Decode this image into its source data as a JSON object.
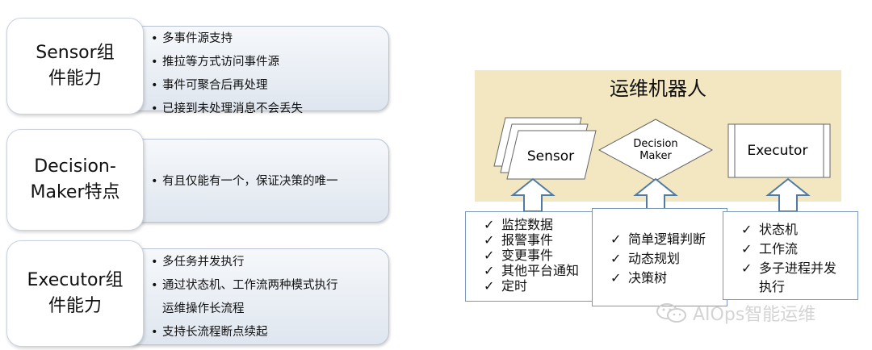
{
  "left_panel": {
    "sensor": {
      "label": "Sensor组件能力",
      "items": [
        "多事件源支持",
        "推拉等方式访问事件源",
        "事件可聚合后再处理",
        "已接到未处理消息不会丢失"
      ]
    },
    "decision": {
      "label": "Decision-Maker特点",
      "items": [
        "有且仅能有一个，保证决策的唯一"
      ]
    },
    "executor": {
      "label": "Executor组件能力",
      "items": [
        "多任务并发执行",
        "通过状态机、工作流两种模式执行",
        "运维操作长流程",
        "支持长流程断点续起"
      ]
    }
  },
  "diagram": {
    "title": "运维机器人",
    "sensor_label": "Sensor",
    "decision_line1": "Decision",
    "decision_line2": "Maker",
    "executor_label": "Executor",
    "sensor_inputs": [
      "监控数据",
      "报警事件",
      "变更事件",
      "其他平台通知",
      "定时"
    ],
    "decision_inputs": [
      "简单逻辑判断",
      "动态规划",
      "决策树"
    ],
    "executor_inputs": [
      "状态机",
      "工作流",
      "多子进程并发",
      "执行"
    ],
    "check_mark": "✓",
    "colors": {
      "panel": "#f2e7c1",
      "arrow_border": "#4f7ba6",
      "card_border": "#b8c4d3"
    }
  },
  "watermark": "AIOps智能运维"
}
